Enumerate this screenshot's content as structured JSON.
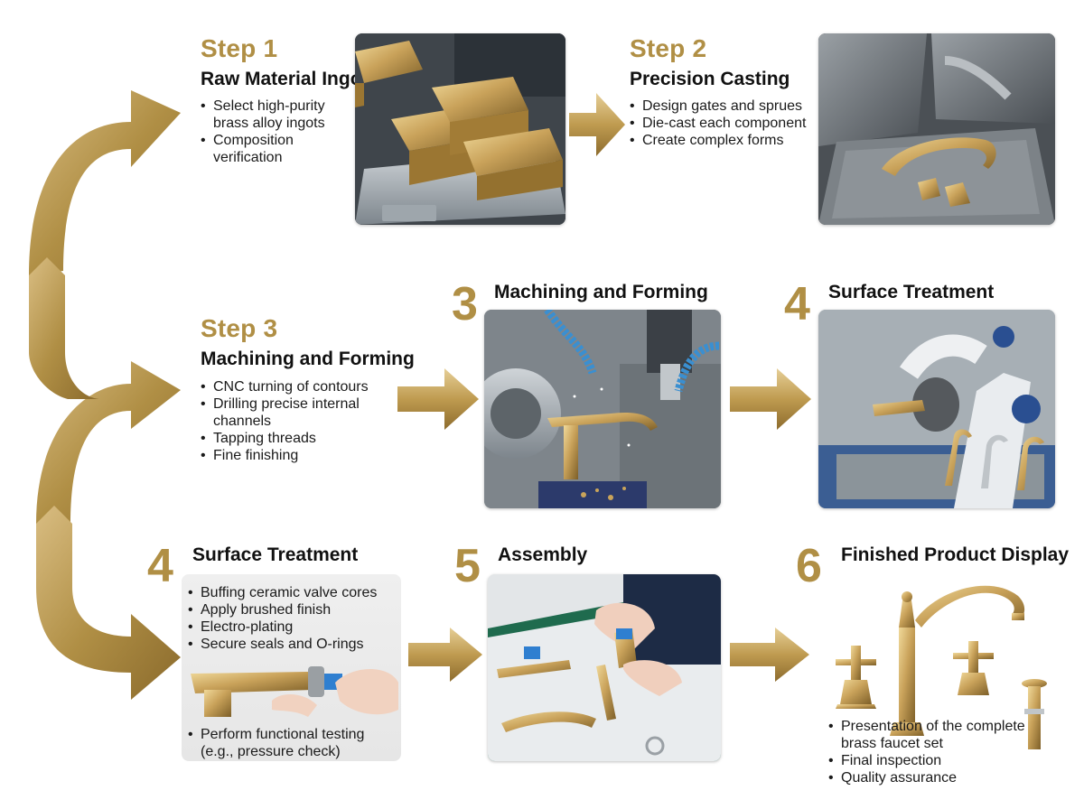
{
  "colors": {
    "gold": "#b08f45",
    "gold_light": "#d2b478",
    "gold_dark": "#8a6a2c",
    "text": "#111111"
  },
  "top_row": {
    "step1": {
      "label": "Step 1",
      "title": "Raw Material Ingot",
      "bullets": [
        "Select high-purity brass alloy ingots",
        "Composition verification"
      ]
    },
    "step2": {
      "label": "Step 2",
      "title": "Precision Casting",
      "bullets": [
        "Design gates and sprues",
        "Die-cast each component",
        "Create complex forms"
      ]
    }
  },
  "middle_row": {
    "step3_text": {
      "label": "Step 3",
      "title": "Machining and Forming",
      "bullets": [
        "CNC turning of contours",
        "Drilling precise internal channels",
        "Tapping threads",
        "Fine finishing"
      ]
    },
    "step3_photo": {
      "number": "3",
      "title": "Machining and Forming"
    },
    "step4_photo": {
      "number": "4",
      "title": "Surface Treatment"
    }
  },
  "bottom_row": {
    "step4": {
      "number": "4",
      "title": "Surface Treatment",
      "bullets": [
        "Buffing ceramic valve cores",
        "Apply brushed finish",
        "Electro-plating",
        "Secure seals and O-rings"
      ],
      "bullets_after": [
        "Perform functional testing (e.g., pressure check)"
      ]
    },
    "step5": {
      "number": "5",
      "title": "Assembly"
    },
    "step6": {
      "number": "6",
      "title": "Finished Product Display",
      "bullets": [
        "Presentation of the complete brass faucet set",
        "Final inspection",
        "Quality assurance"
      ]
    }
  }
}
